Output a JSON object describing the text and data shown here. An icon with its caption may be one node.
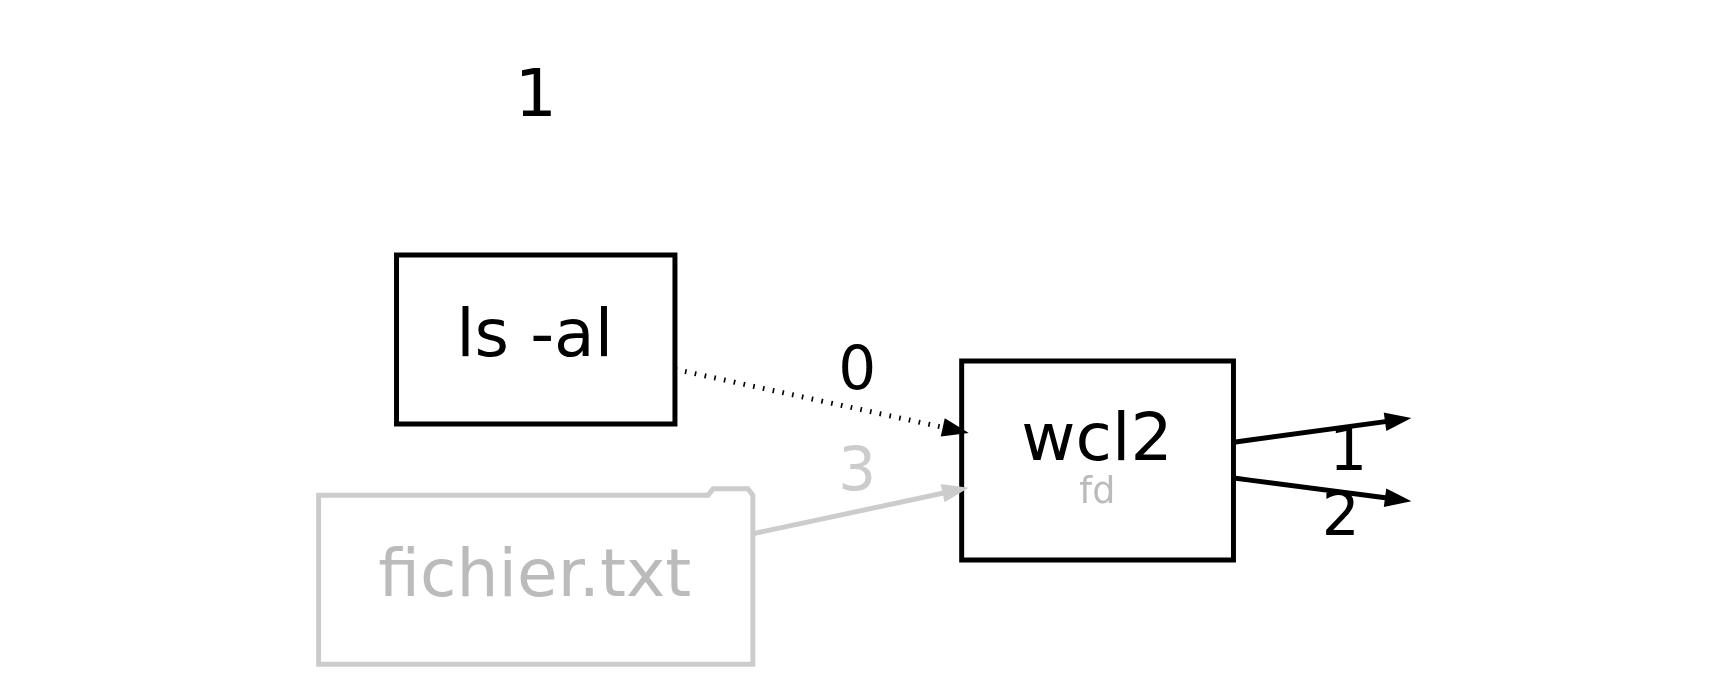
{
  "diagram": {
    "nodes": [
      {
        "text": [
          "ls -al"
        ]
      },
      {
        "text": [
          "wcl2",
          "fd"
        ]
      },
      {
        "text": [
          "fichier.txt"
        ]
      }
    ],
    "edges": [
      {
        "from": 0,
        "to": 1,
        "arrow": "to",
        "label": "0",
        "style": "dashed"
      },
      {
        "from": 2,
        "to": 1,
        "arrow": "to",
        "label": "3",
        "color": "#cccccc"
      },
      {
        "from": 1,
        "to": null,
        "arrow": "to",
        "label": "1"
      },
      {
        "from": 1,
        "to": null,
        "arrow": "to",
        "label": "2"
      }
    ],
    "labels": [
      "1"
    ]
  }
}
